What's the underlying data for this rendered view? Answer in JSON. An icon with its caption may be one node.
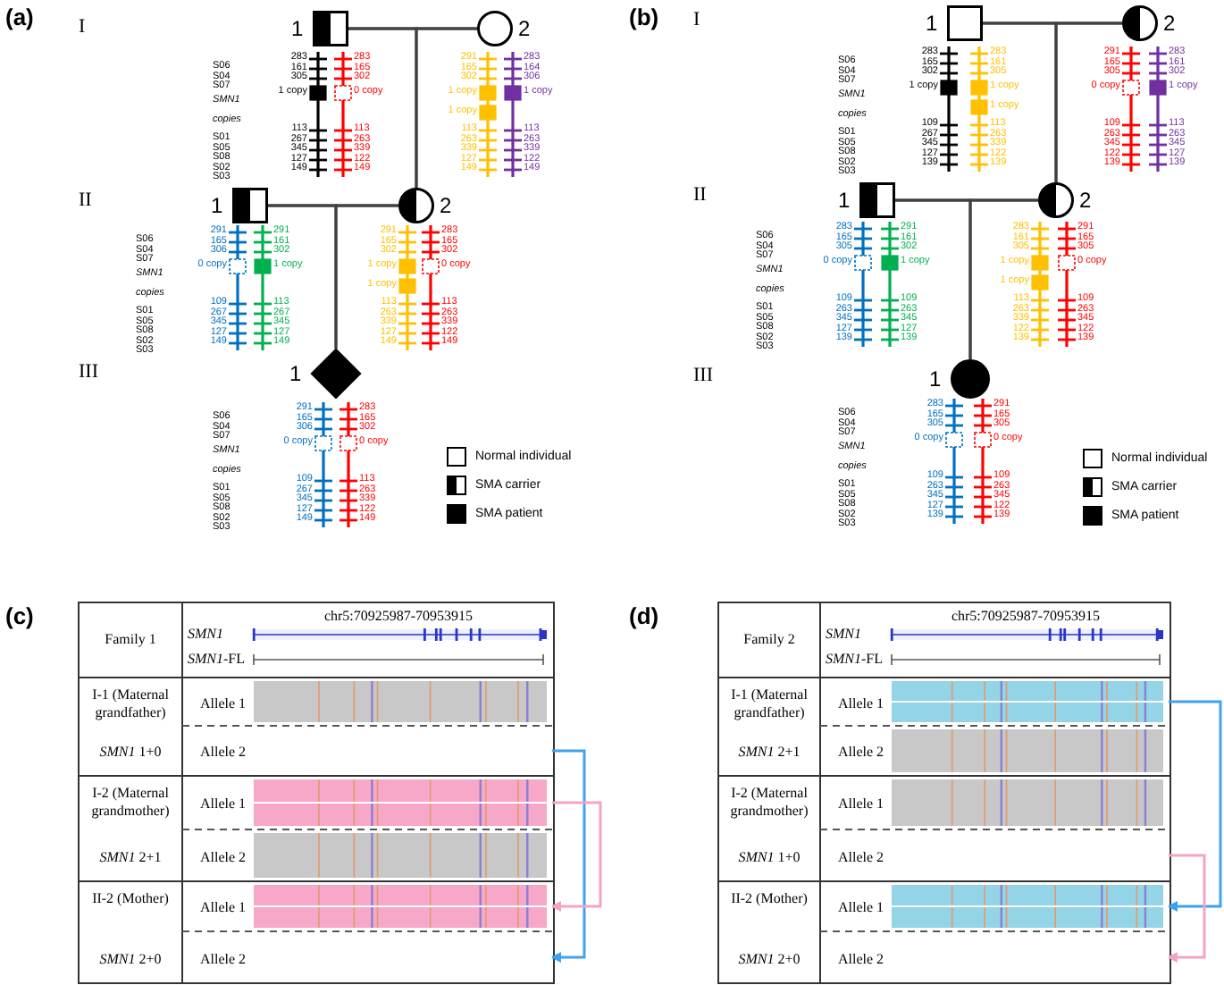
{
  "diagram": {
    "nodes": [
      {
        "text": [
          "1"
        ]
      },
      {
        "text": [
          "2"
        ]
      },
      {
        "text": [
          "1"
        ]
      },
      {
        "text": [
          "2"
        ]
      },
      {
        "text": [
          "1"
        ]
      },
      {
        "text": [],
        "shape": "bar",
        "beside": [
          "283",
          "161",
          "305",
          "1 copy",
          "113",
          "267",
          "345",
          "127",
          "149"
        ]
      },
      {
        "text": [],
        "shape": "bar",
        "beside": [
          "283",
          "165",
          "302",
          "0 copy",
          "113",
          "263",
          "339",
          "122",
          "149"
        ]
      },
      {
        "text": [],
        "shape": "bar",
        "beside": [
          "291",
          "165",
          "302",
          "1 copy",
          "1 copy",
          "113",
          "263",
          "339",
          "127",
          "149"
        ]
      },
      {
        "text": [],
        "shape": "bar",
        "beside": [
          "283",
          "164",
          "306",
          "1 copy",
          "113",
          "263",
          "339",
          "122",
          "149"
        ]
      },
      {
        "text": [],
        "shape": "bar",
        "beside": [
          "291",
          "165",
          "306",
          "0 copy",
          "109",
          "267",
          "345",
          "127",
          "149"
        ]
      },
      {
        "text": [],
        "shape": "bar",
        "beside": [
          "291",
          "161",
          "302",
          "1 copy",
          "113",
          "267",
          "345",
          "127",
          "149"
        ]
      },
      {
        "text": [],
        "shape": "bar",
        "beside": [
          "291",
          "165",
          "302",
          "1 copy",
          "1 copy",
          "113",
          "263",
          "339",
          "127",
          "149"
        ]
      },
      {
        "text": [],
        "shape": "bar",
        "beside": [
          "283",
          "165",
          "302",
          "0 copy",
          "113",
          "263",
          "339",
          "122",
          "149"
        ]
      },
      {
        "text": [],
        "shape": "bar",
        "beside": [
          "291",
          "165",
          "306",
          "0 copy",
          "109",
          "267",
          "345",
          "127",
          "149"
        ]
      },
      {
        "text": [],
        "shape": "bar",
        "beside": [
          "283",
          "165",
          "302",
          "0 copy",
          "113",
          "263",
          "339",
          "122",
          "149"
        ]
      },
      {
        "text": [
          "1"
        ]
      },
      {
        "text": [
          "2"
        ]
      },
      {
        "text": [
          "1"
        ]
      },
      {
        "text": [
          "2"
        ]
      },
      {
        "text": [
          "1"
        ]
      },
      {
        "text": [],
        "shape": "bar",
        "beside": [
          "283",
          "165",
          "302",
          "1 copy",
          "109",
          "267",
          "345",
          "127",
          "139"
        ]
      },
      {
        "text": [],
        "shape": "bar",
        "beside": [
          "283",
          "161",
          "305",
          "1 copy",
          "1 copy",
          "113",
          "263",
          "339",
          "122",
          "139"
        ]
      },
      {
        "text": [],
        "shape": "bar",
        "beside": [
          "291",
          "165",
          "305",
          "0 copy",
          "109",
          "263",
          "345",
          "122",
          "139"
        ]
      },
      {
        "text": [],
        "shape": "bar",
        "beside": [
          "283",
          "161",
          "302",
          "1 copy",
          "113",
          "263",
          "345",
          "127",
          "139"
        ]
      },
      {
        "text": [],
        "shape": "bar",
        "beside": [
          "283",
          "165",
          "305",
          "0 copy",
          "109",
          "263",
          "345",
          "127",
          "139"
        ]
      },
      {
        "text": [],
        "shape": "bar",
        "beside": [
          "291",
          "161",
          "302",
          "1 copy",
          "109",
          "263",
          "345",
          "127",
          "139"
        ]
      },
      {
        "text": [],
        "shape": "bar",
        "beside": [
          "283",
          "161",
          "305",
          "1 copy",
          "1 copy",
          "113",
          "263",
          "339",
          "122",
          "139"
        ]
      },
      {
        "text": [],
        "shape": "bar",
        "beside": [
          "291",
          "165",
          "305",
          "0 copy",
          "109",
          "263",
          "345",
          "122",
          "139"
        ]
      },
      {
        "text": [],
        "shape": "bar",
        "beside": [
          "283",
          "165",
          "305",
          "0 copy",
          "109",
          "263",
          "345",
          "127",
          "139"
        ]
      },
      {
        "text": [],
        "shape": "bar",
        "beside": [
          "291",
          "165",
          "305",
          "0 copy",
          "109",
          "263",
          "345",
          "122",
          "139"
        ]
      },
      {
        "text": [
          "Allele 1"
        ]
      },
      {
        "text": [
          "Allele 2"
        ]
      },
      {
        "text": [
          "Allele 1"
        ]
      },
      {
        "text": [
          "Allele 2"
        ]
      },
      {
        "text": [
          "Allele 1"
        ]
      },
      {
        "text": [
          "Allele 2"
        ]
      },
      {
        "text": [
          "Allele 1"
        ]
      },
      {
        "text": [
          "Allele 2"
        ]
      },
      {
        "text": [
          "Allele 1"
        ]
      },
      {
        "text": [
          "Allele 2"
        ]
      },
      {
        "text": [
          "Allele 1"
        ]
      },
      {
        "text": [
          "Allele 2"
        ]
      }
    ],
    "edges": [
      {
        "from": 0,
        "to": 1,
        "arrow": "none"
      },
      {
        "from": 0,
        "to": 3,
        "arrow": "none"
      },
      {
        "from": 1,
        "to": 3,
        "arrow": "none"
      },
      {
        "from": 2,
        "to": 3,
        "arrow": "none"
      },
      {
        "from": 2,
        "to": 4,
        "arrow": "none"
      },
      {
        "from": 3,
        "to": 4,
        "arrow": "none"
      },
      {
        "from": 15,
        "to": 16,
        "arrow": "none"
      },
      {
        "from": 15,
        "to": 18,
        "arrow": "none"
      },
      {
        "from": 16,
        "to": 18,
        "arrow": "none"
      },
      {
        "from": 17,
        "to": 18,
        "arrow": "none"
      },
      {
        "from": 17,
        "to": 19,
        "arrow": "none"
      },
      {
        "from": 18,
        "to": 19,
        "arrow": "none"
      },
      {
        "from": 31,
        "to": 35,
        "arrow": "to",
        "color": "#3fa2f0"
      },
      {
        "from": 32,
        "to": 34,
        "arrow": "to",
        "color": "#f5a3c4"
      },
      {
        "from": 36,
        "to": 40,
        "arrow": "to",
        "color": "#3fa2f0"
      },
      {
        "from": 39,
        "to": 41,
        "arrow": "to",
        "color": "#f5a3c4"
      }
    ],
    "labels": [
      "(a)",
      "I",
      "II",
      "III",
      "S06",
      "S04",
      "S07",
      "SMN1",
      "copies",
      "S01",
      "S05",
      "S08",
      "S02",
      "S03",
      "S06",
      "S04",
      "S07",
      "SMN1",
      "copies",
      "S01",
      "S05",
      "S08",
      "S02",
      "S03",
      "S06",
      "S04",
      "S07",
      "SMN1",
      "copies",
      "S01",
      "S05",
      "S08",
      "S02",
      "S03",
      "(b)",
      "I",
      "II",
      "III",
      "S06",
      "S04",
      "S07",
      "SMN1",
      "copies",
      "S01",
      "S05",
      "S08",
      "S02",
      "S03",
      "S06",
      "S04",
      "S07",
      "SMN1",
      "copies",
      "S01",
      "S05",
      "S08",
      "S02",
      "S03",
      "S06",
      "S04",
      "S07",
      "SMN1",
      "copies",
      "S01",
      "S05",
      "S08",
      "S02",
      "S03",
      "(c)",
      "Family 1",
      "chr5:70925987-70953915",
      "SMN1",
      "*SMN1*-FL",
      "I-1 (Maternal grandfather)",
      "*SMN1* 1+0",
      "I-2 (Maternal grandmother)",
      "*SMN1* 2+1",
      "II-2 (Mother)",
      "*SMN1* 2+0",
      "(d)",
      "Family 2",
      "chr5:70925987-70953915",
      "SMN1",
      "*SMN1*-FL",
      "I-1 (Maternal grandfather)",
      "*SMN1* 2+1",
      "I-2 (Maternal grandmother)",
      "*SMN1* 1+0",
      "II-2 (Mother)",
      "*SMN1* 2+0"
    ],
    "legend": [
      {
        "text": "Normal individual"
      },
      {
        "text": "SMA carrier"
      },
      {
        "text": "SMA patient"
      },
      {
        "text": "Normal individual"
      },
      {
        "text": "SMA carrier"
      },
      {
        "text": "SMA patient"
      }
    ]
  }
}
